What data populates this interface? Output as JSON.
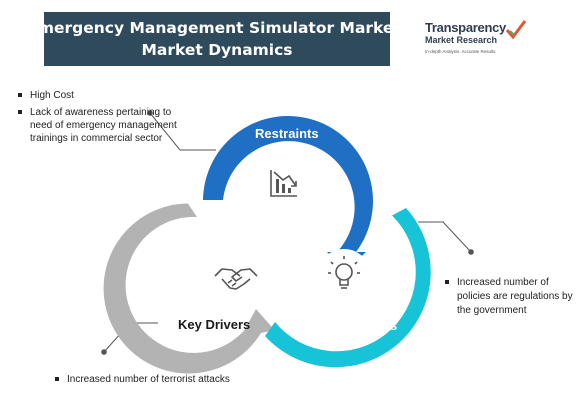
{
  "title": {
    "line1": "Emergency Management Simulator Market,",
    "line2": "Market Dynamics"
  },
  "logo": {
    "line1": "Transparency",
    "line2": "Market Research",
    "line3": "In-depth Analysis. Accurate Results"
  },
  "segments": {
    "restraints": {
      "label": "Restraints",
      "icon": "declining-chart-icon",
      "color": "#1f6fc5",
      "bullets": [
        "High Cost",
        "Lack of awareness pertaining to need of emergency management trainings in commercial sector"
      ]
    },
    "opportunities": {
      "label": "Opportunities",
      "icon": "lightbulb-icon",
      "color": "#17c3d6",
      "bullets": [
        "Increased number of policies are regulations by the government"
      ]
    },
    "drivers": {
      "label": "Key Drivers",
      "icon": "handshake-icon",
      "color": "#b3b3b3",
      "bullets": [
        "Increased number of terrorist attacks"
      ]
    }
  }
}
